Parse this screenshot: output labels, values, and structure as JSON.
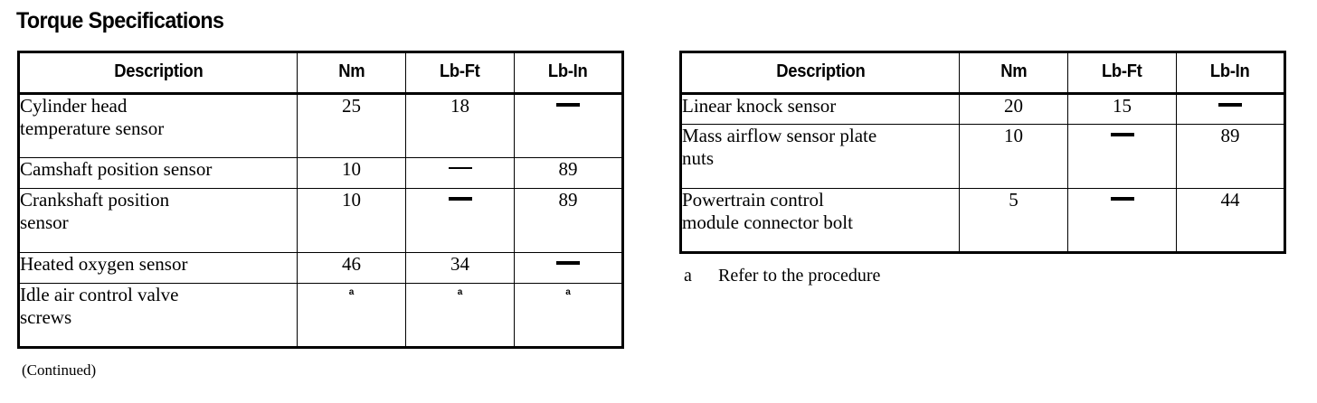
{
  "page": {
    "title": "Torque Specifications",
    "continued_note": "(Continued)"
  },
  "columns": {
    "description": "Description",
    "nm": "Nm",
    "lb_ft": "Lb-Ft",
    "lb_in": "Lb-In"
  },
  "symbols": {
    "dash": "—",
    "footnote_mark": "a"
  },
  "left_table": {
    "rows": [
      {
        "description": "Cylinder head\ntemperature sensor",
        "nm": "25",
        "lb_ft": "18",
        "lb_in": "dash"
      },
      {
        "description": "Camshaft position sensor",
        "nm": "10",
        "lb_ft": "dash-thin",
        "lb_in": "89"
      },
      {
        "description": "Crankshaft position\nsensor",
        "nm": "10",
        "lb_ft": "dash",
        "lb_in": "89"
      },
      {
        "description": "Heated oxygen sensor",
        "nm": "46",
        "lb_ft": "34",
        "lb_in": "dash"
      },
      {
        "description": "Idle air control valve\nscrews",
        "nm": "mark",
        "lb_ft": "mark",
        "lb_in": "mark"
      }
    ]
  },
  "right_table": {
    "rows": [
      {
        "description": "Linear knock sensor",
        "nm": "20",
        "lb_ft": "15",
        "lb_in": "dash"
      },
      {
        "description": "Mass airflow sensor plate\nnuts",
        "nm": "10",
        "lb_ft": "dash",
        "lb_in": "89"
      },
      {
        "description": "Powertrain control\nmodule connector bolt",
        "nm": "5",
        "lb_ft": "dash",
        "lb_in": "44"
      }
    ],
    "footnote": {
      "mark": "a",
      "text": "Refer to the procedure"
    }
  }
}
